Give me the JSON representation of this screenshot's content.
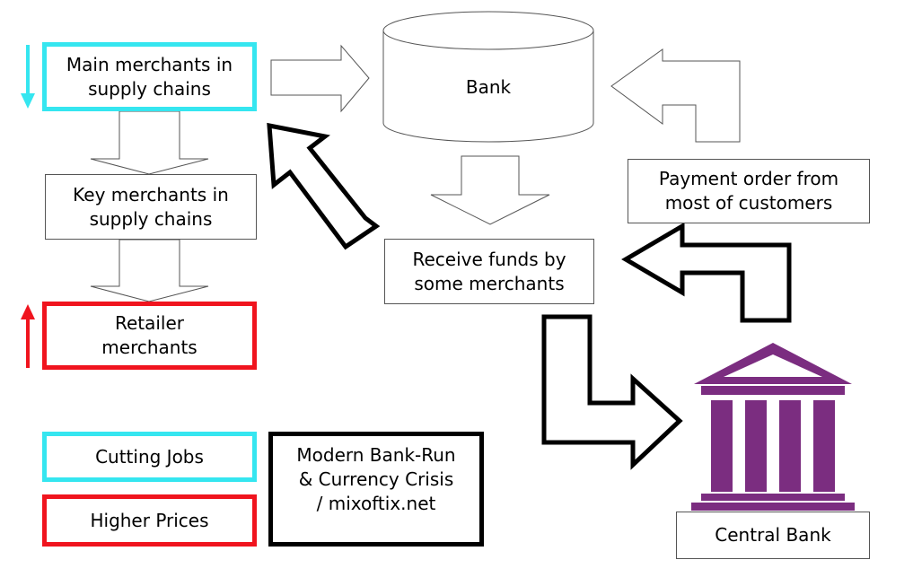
{
  "diagram": {
    "nodes": {
      "main_merchants": "Main merchants in\nsupply chains",
      "key_merchants": "Key merchants in\nsupply chains",
      "retailer": "Retailer\nmerchants",
      "bank": "Bank",
      "payment_order": "Payment order from\nmost of customers",
      "receive_funds": "Receive funds by\nsome merchants",
      "central_bank": "Central Bank"
    },
    "legend": {
      "cutting_jobs": "Cutting Jobs",
      "higher_prices": "Higher Prices"
    },
    "credit": "Modern Bank-Run\n& Currency Crisis\n/ mixoftix.net",
    "colors": {
      "cyan": "#35e6f0",
      "red": "#f0141e",
      "purple": "#7b2d80",
      "outline": "#000000"
    },
    "icons": {
      "bank_shape": "cylinder-icon",
      "central_bank": "bank-building-icon"
    }
  }
}
